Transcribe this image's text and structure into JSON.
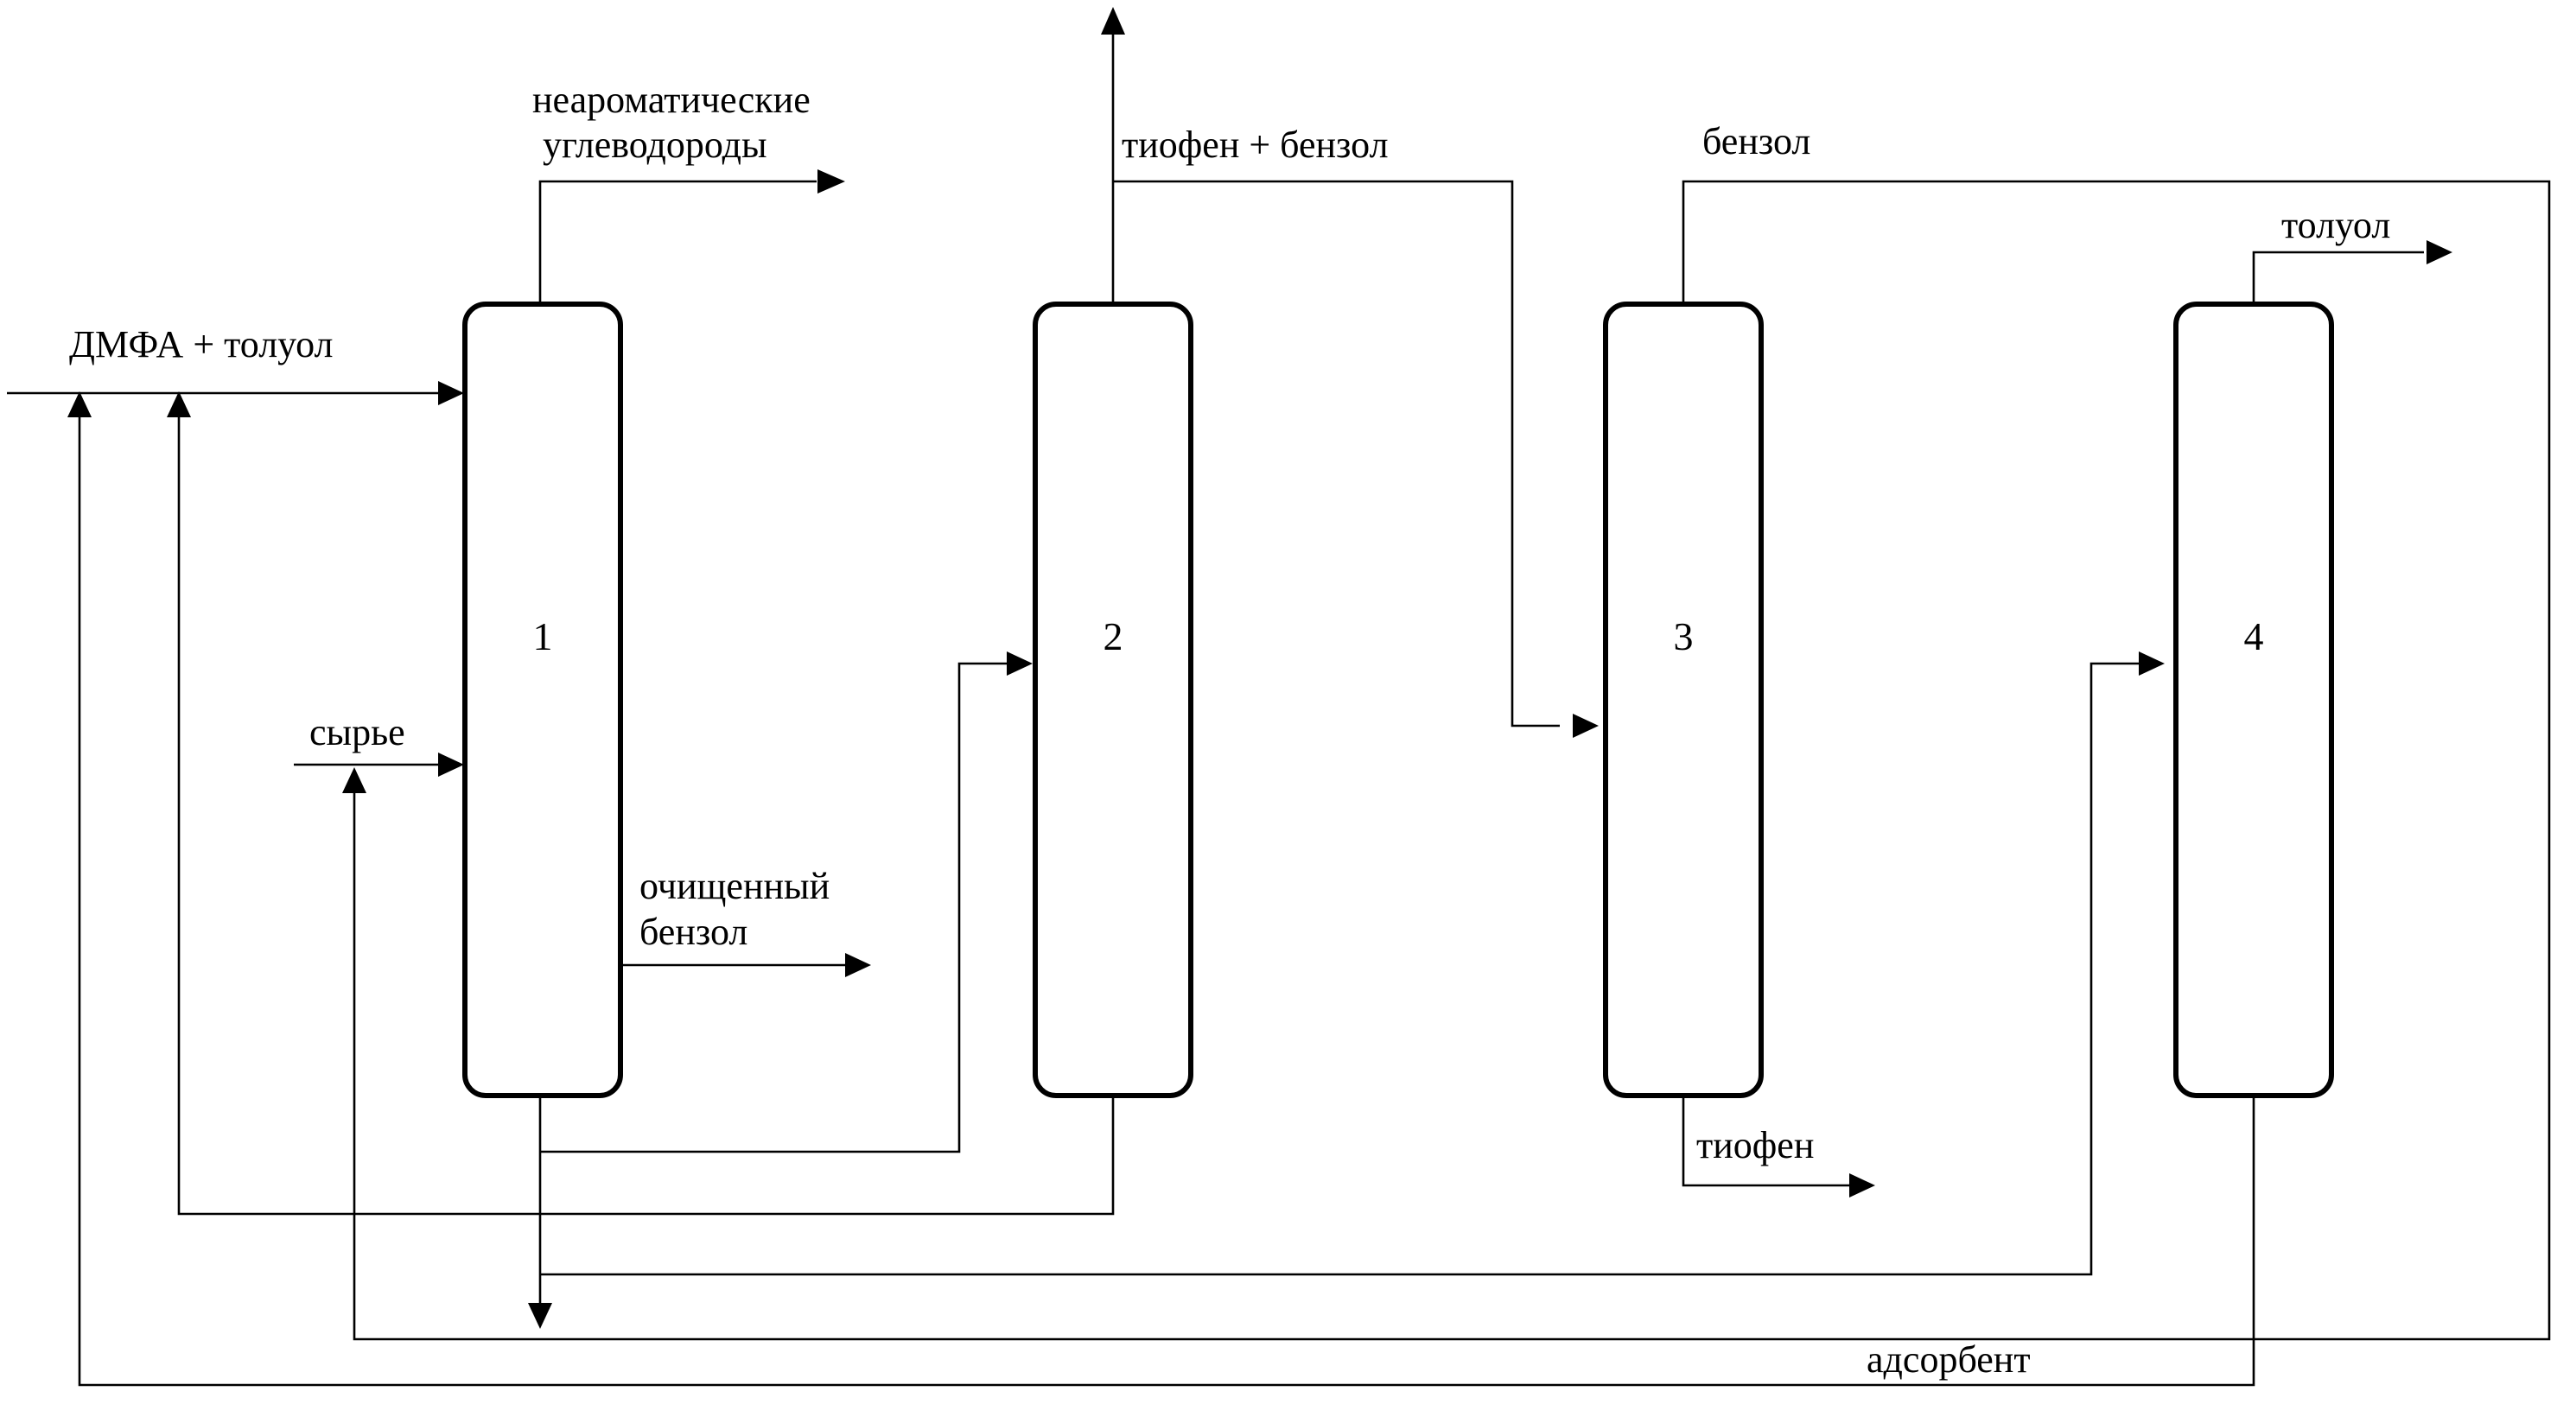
{
  "labels": {
    "feed_solvent": "ДМФА + толуол",
    "nonaromatics_line1": "неароматические",
    "nonaromatics_line2": "углеводороды",
    "raw": "сырье",
    "purified_line1": "очищенный",
    "purified_line2": "бензол",
    "thiophene_benzene": "тиофен + бензол",
    "benzene": "бензол",
    "toluene": "толуол",
    "thiophene": "тиофен",
    "adsorbent": "адсорбент"
  },
  "columns": [
    {
      "number": "1"
    },
    {
      "number": "2"
    },
    {
      "number": "3"
    },
    {
      "number": "4"
    }
  ],
  "colors": {
    "line": "#000000",
    "background": "#ffffff"
  }
}
